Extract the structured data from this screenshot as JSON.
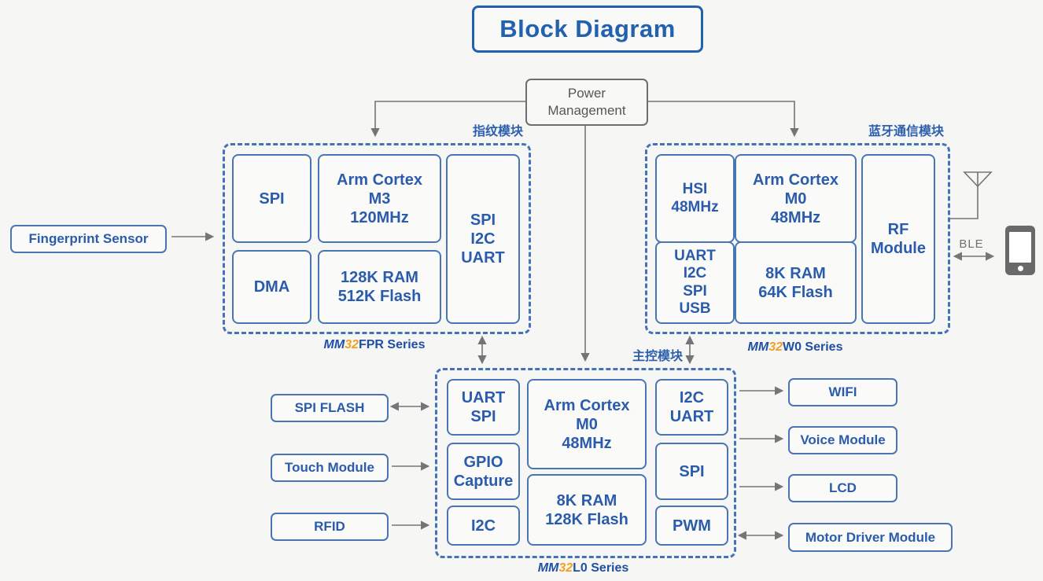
{
  "title": "Block Diagram",
  "power_management": {
    "lines": [
      "Power",
      "Management"
    ]
  },
  "modules": {
    "fingerprint": {
      "tag": "指纹模块",
      "series": {
        "prefix": "MM",
        "num": "32",
        "suffix": "FPR Series"
      },
      "blocks": {
        "spi": {
          "lines": [
            "SPI"
          ]
        },
        "cpu": {
          "lines": [
            "Arm Cortex",
            "M3",
            "120MHz"
          ]
        },
        "periph": {
          "lines": [
            "SPI",
            "I2C",
            "UART"
          ]
        },
        "dma": {
          "lines": [
            "DMA"
          ]
        },
        "mem": {
          "lines": [
            "128K RAM",
            "512K Flash"
          ]
        }
      }
    },
    "bluetooth": {
      "tag": "蓝牙通信模块",
      "series": {
        "prefix": "MM",
        "num": "32",
        "suffix": "W0 Series"
      },
      "blocks": {
        "hsi": {
          "lines": [
            "HSI",
            "48MHz"
          ]
        },
        "cpu": {
          "lines": [
            "Arm Cortex",
            "M0",
            "48MHz"
          ]
        },
        "rf": {
          "lines": [
            "RF",
            "Module"
          ]
        },
        "periph": {
          "lines": [
            "UART",
            "I2C",
            "SPI",
            "USB"
          ]
        },
        "mem": {
          "lines": [
            "8K RAM",
            "64K Flash"
          ]
        }
      }
    },
    "main": {
      "tag": "主控模块",
      "series": {
        "prefix": "MM",
        "num": "32",
        "suffix": "L0 Series"
      },
      "blocks": {
        "uart_spi": {
          "lines": [
            "UART",
            "SPI"
          ]
        },
        "cpu": {
          "lines": [
            "Arm Cortex",
            "M0",
            "48MHz"
          ]
        },
        "i2c_uart": {
          "lines": [
            "I2C",
            "UART"
          ]
        },
        "gpio": {
          "lines": [
            "GPIO",
            "Capture"
          ]
        },
        "mem": {
          "lines": [
            "8K RAM",
            "128K Flash"
          ]
        },
        "spi": {
          "lines": [
            "SPI"
          ]
        },
        "i2c": {
          "lines": [
            "I2C"
          ]
        },
        "pwm": {
          "lines": [
            "PWM"
          ]
        }
      }
    }
  },
  "peripherals": {
    "fingerprint_sensor": "Fingerprint Sensor",
    "spi_flash": "SPI FLASH",
    "touch_module": "Touch Module",
    "rfid": "RFID",
    "wifi": "WIFI",
    "voice_module": "Voice Module",
    "lcd": "LCD",
    "motor_driver": "Motor Driver Module"
  },
  "ble": {
    "label": "BLE"
  },
  "colors": {
    "blue_border": "#4a75b3",
    "blue_text": "#2b5cab",
    "title_blue": "#2161ae",
    "orange": "#f2a124",
    "gray": "#757575"
  }
}
